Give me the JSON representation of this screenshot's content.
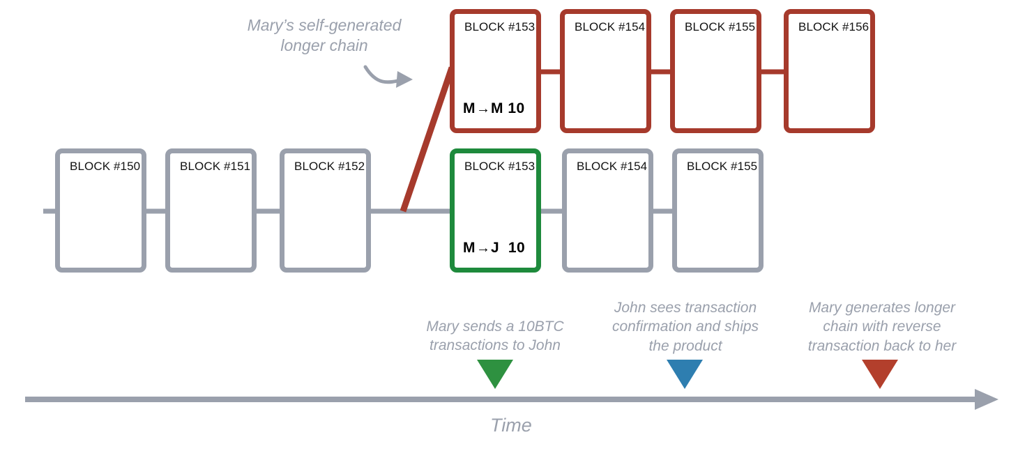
{
  "diagram": {
    "title_annotation": "Mary’s self-generated\nlonger chain",
    "time_axis_label": "Time"
  },
  "colors": {
    "gray": "#9aa0ac",
    "red": "#a63a2c",
    "green": "#1e8a3c",
    "blue": "#2e7eb0",
    "text_dark": "#121212",
    "background": "#ffffff"
  },
  "main_chain": {
    "name": "honest-chain",
    "blocks": [
      {
        "label": "BLOCK #150",
        "tx": "",
        "color": "gray"
      },
      {
        "label": "BLOCK #151",
        "tx": "",
        "color": "gray"
      },
      {
        "label": "BLOCK #152",
        "tx": "",
        "color": "gray"
      },
      {
        "label": "BLOCK #153",
        "tx_from": "M",
        "tx_arrow": "→",
        "tx_to": "J",
        "tx_amount": "10",
        "color": "green"
      },
      {
        "label": "BLOCK #154",
        "tx": "",
        "color": "gray"
      },
      {
        "label": "BLOCK #155",
        "tx": "",
        "color": "gray"
      }
    ]
  },
  "attacker_chain": {
    "name": "mary-longer-chain",
    "blocks": [
      {
        "label": "BLOCK #153",
        "tx_from": "M",
        "tx_arrow": "→",
        "tx_to": "M",
        "tx_amount": "10",
        "color": "red"
      },
      {
        "label": "BLOCK #154",
        "tx": "",
        "color": "red"
      },
      {
        "label": "BLOCK #155",
        "tx": "",
        "color": "red"
      },
      {
        "label": "BLOCK #156",
        "tx": "",
        "color": "red"
      }
    ]
  },
  "timeline": {
    "events": [
      {
        "caption": "Mary sends a 10BTC\ntransactions to John",
        "marker_color": "#2e9140",
        "marker_name": "green-marker"
      },
      {
        "caption": "John sees transaction\nconfirmation and ships\nthe product",
        "marker_color": "#2e7eb0",
        "marker_name": "blue-marker"
      },
      {
        "caption": "Mary generates longer\nchain with reverse\ntransaction back to her",
        "marker_color": "#b33f2c",
        "marker_name": "red-marker"
      }
    ]
  }
}
